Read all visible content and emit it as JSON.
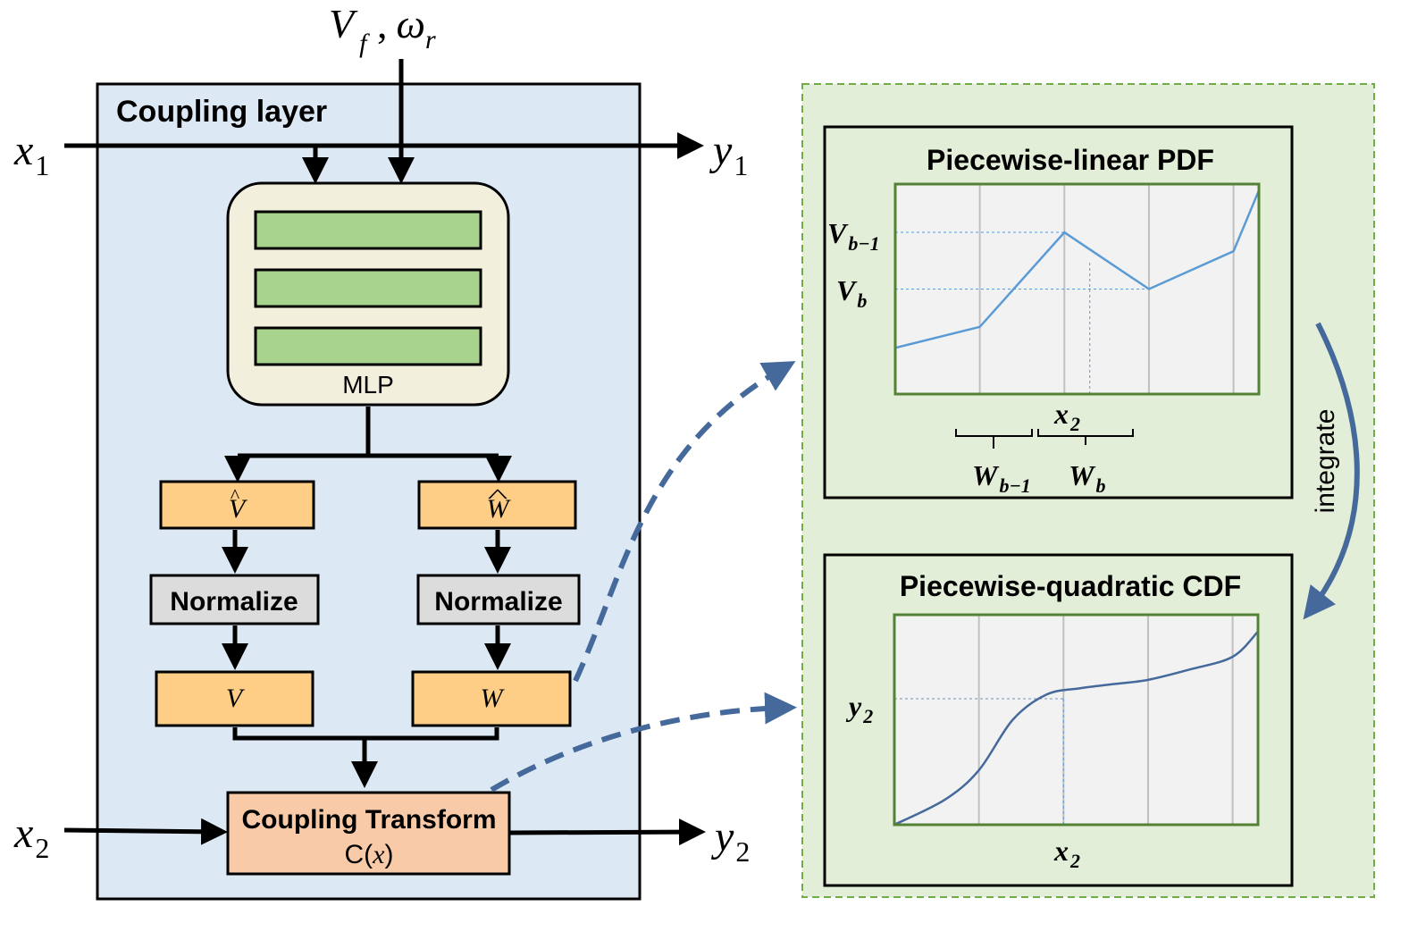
{
  "inputs": {
    "x1": "x",
    "x1_sub": "1",
    "x2": "x",
    "x2_sub": "2",
    "cond_v": "V",
    "cond_v_sub": "f",
    "cond_sep": " ,",
    "cond_omega": "ω",
    "cond_omega_sub": "r"
  },
  "outputs": {
    "y1": "y",
    "y1_sub": "1",
    "y2": "y",
    "y2_sub": "2"
  },
  "coupling": {
    "title": "Coupling layer",
    "mlp_label": "MLP",
    "vhat": "V",
    "what": "W",
    "hat_mark": "^",
    "normalize_left": "Normalize",
    "normalize_right": "Normalize",
    "v": "V",
    "w": "W",
    "transform_title": "Coupling Transform",
    "transform_formula": "C(",
    "transform_formula_var": "x",
    "transform_formula_close": ")"
  },
  "pdf_panel": {
    "title": "Piecewise-linear PDF",
    "v_prev": "V",
    "v_prev_sub": "b−1",
    "v_cur": "V",
    "v_cur_sub": "b",
    "xlabel": "x",
    "xlabel_sub": "2",
    "w_prev": "W",
    "w_prev_sub": "b−1",
    "w_cur": "W",
    "w_cur_sub": "b"
  },
  "cdf_panel": {
    "title": "Piecewise-quadratic CDF",
    "ylabel": "y",
    "ylabel_sub": "2",
    "xlabel": "x",
    "xlabel_sub": "2"
  },
  "integrate_label": "integrate",
  "chart_data": [
    {
      "type": "line",
      "x": [
        0,
        1,
        2,
        3,
        4,
        4.3
      ],
      "values": [
        0.22,
        0.32,
        0.77,
        0.5,
        0.68,
        0.97
      ],
      "ylim": [
        0,
        1
      ],
      "xlim": [
        0,
        4.3
      ],
      "grid": true
    },
    {
      "type": "line",
      "x": [
        0,
        0.6,
        1.0,
        1.4,
        1.8,
        2.2,
        2.6,
        3.0,
        3.5,
        4.0,
        4.3
      ],
      "values": [
        0.0,
        0.12,
        0.26,
        0.5,
        0.62,
        0.65,
        0.67,
        0.69,
        0.74,
        0.8,
        0.92
      ],
      "ylim": [
        0,
        1
      ],
      "xlim": [
        0,
        4.3
      ],
      "grid": true
    }
  ],
  "colors": {
    "coupling_bg": "#dde8f5",
    "mlp_bg": "#f2efdd",
    "mlp_layer": "#a7d38d",
    "param_box": "#fecd86",
    "normalize_box": "#dcdcdc",
    "transform_box": "#f8caa8",
    "right_panel_bg": "#e3eed9",
    "right_panel_border": "#70ad47",
    "plot_border": "#548235",
    "plot_bg": "#f2f2f2",
    "pdf_line": "#5b9bd5",
    "cdf_line": "#44699a",
    "dashed_arrow": "#44699a"
  }
}
